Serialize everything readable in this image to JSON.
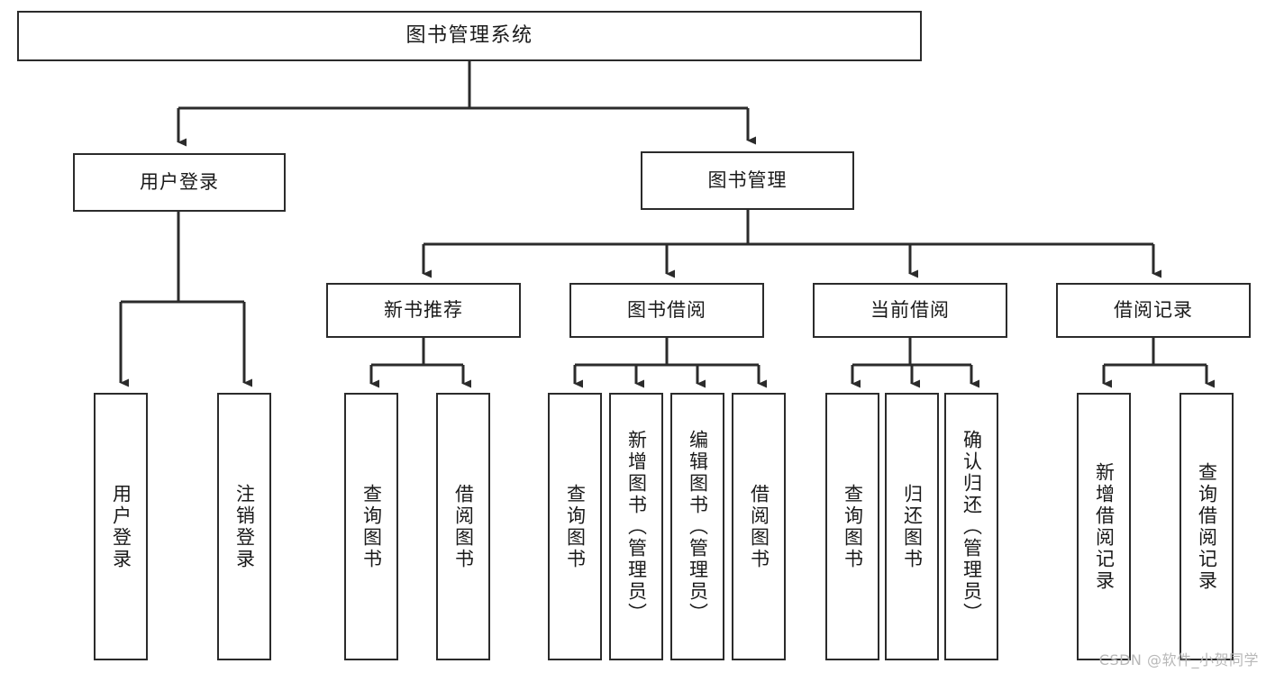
{
  "diagram": {
    "title": "图书管理系统",
    "watermark": "CSDN @软件_小贺同学",
    "colors": {
      "stroke": "#2b2b2b",
      "fill": "#ffffff",
      "text": "#1a1a1a",
      "watermark": "#b8b8b8"
    },
    "nodes": {
      "root": "图书管理系统",
      "level2": [
        "用户登录",
        "图书管理"
      ],
      "level3": [
        "新书推荐",
        "图书借阅",
        "当前借阅",
        "借阅记录"
      ],
      "leaves": {
        "user_login": [
          "用户登录",
          "注销登录"
        ],
        "new_book": [
          "查询图书",
          "借阅图书"
        ],
        "book_borrow": [
          "查询图书",
          "新增图书（管理员）",
          "编辑图书（管理员）",
          "借阅图书"
        ],
        "current_borrow": [
          "查询图书",
          "归还图书",
          "确认归还（管理员）"
        ],
        "borrow_record": [
          "新增借阅记录",
          "查询借阅记录"
        ]
      }
    }
  }
}
